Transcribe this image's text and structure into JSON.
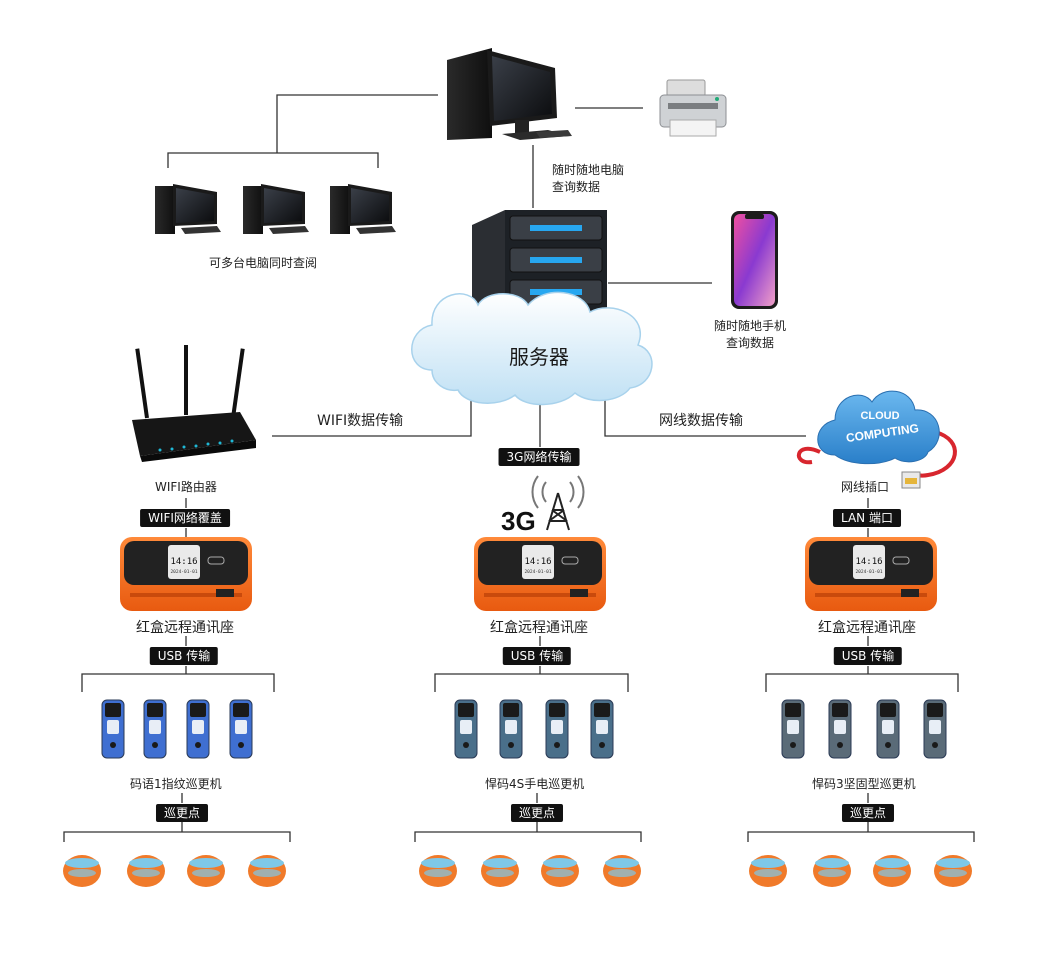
{
  "top": {
    "computer_note": "随时随地电脑\n查询数据",
    "multi_pc": "可多台电脑同时查阅",
    "phone_note": "随时随地手机\n查询数据",
    "server": "服务器"
  },
  "links": {
    "wifi": "WIFI数据传输",
    "g3": "3G网络传输",
    "lan": "网线数据传输"
  },
  "columns": [
    {
      "device_label": "WIFI路由器",
      "cover_pill": "WIFI网络覆盖",
      "box_label": "红盒远程通讯座",
      "usb_pill": "USB 传输",
      "reader_label": "码语1指纹巡更机",
      "points_pill": "巡更点"
    },
    {
      "device_label": "3G",
      "cover_pill": "",
      "box_label": "红盒远程通讯座",
      "usb_pill": "USB 传输",
      "reader_label": "悍码4S手电巡更机",
      "points_pill": "巡更点"
    },
    {
      "device_label": "网线插口",
      "cover_pill": "LAN 端口",
      "box_label": "红盒远程通讯座",
      "usb_pill": "USB 传输",
      "reader_label": "悍码3坚固型巡更机",
      "points_pill": "巡更点"
    }
  ],
  "cloud_text": [
    "CLOUD",
    "COMPUTING"
  ],
  "dock_screen": [
    "14:16",
    "2024-01-01"
  ],
  "colors": {
    "dock": "#f26b1d",
    "reader_blue": "#3f6fd1",
    "reader_steel": "#4a6f8a",
    "reader_gray": "#5a6b78",
    "point_orange": "#f07a2a",
    "point_blue": "#7ec8e8",
    "cloud_blue": "#3a8fd6",
    "cable_red": "#d8262e"
  }
}
